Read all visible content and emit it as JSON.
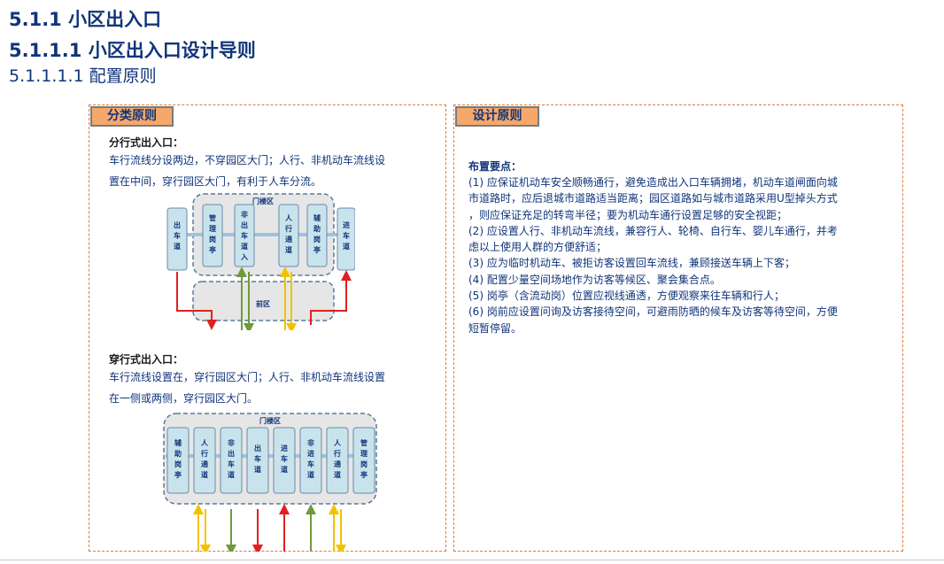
{
  "headings": {
    "h1": "5.1.1 小区出入口",
    "h2": "5.1.1.1 小区出入口设计导则",
    "h3": "5.1.1.1.1 配置原则"
  },
  "left_panel": {
    "tab": "分类原则",
    "separated": {
      "title": "分行式出入口：",
      "lines": [
        "车行流线分设两边，不穿园区大门；人行、非机动车流线设",
        "置在中间，穿行园区大门，有利于人车分流。"
      ],
      "diagram": {
        "gate_zone_label": "门楼区",
        "front_zone_label": "前区",
        "lanes": [
          "出车道",
          "管理岗亭",
          "非出车道入",
          "人行通道",
          "辅助岗亭",
          "进车道"
        ]
      }
    },
    "through": {
      "title": "穿行式出入口：",
      "lines": [
        "车行流线设置在，穿行园区大门；人行、非机动车流线设置",
        "在一侧或两侧，穿行园区大门。"
      ],
      "diagram": {
        "gate_zone_label": "门楼区",
        "lanes": [
          "辅助岗亭",
          "人行通道",
          "非出车道",
          "出车道",
          "进车道",
          "非进车道",
          "人行通道",
          "管理岗亭"
        ]
      }
    }
  },
  "right_panel": {
    "tab": "设计原则",
    "title": "布置要点：",
    "lines": [
      "(1) 应保证机动车安全顺畅通行，避免造成出入口车辆拥堵，机动车道闸面向城",
      "  市道路时，应后退城市道路适当距离；园区道路如与城市道路采用U型掉头方式",
      "  ，则应保证充足的转弯半径；要为机动车通行设置足够的安全视距；",
      "(2) 应设置人行、非机动车流线，兼容行人、轮椅、自行车、婴儿车通行，并考",
      "虑以上使用人群的方便舒适；",
      "(3) 应为临时机动车、被拒访客设置回车流线，兼顾接送车辆上下客；",
      "(4) 配置少量空间场地作为访客等候区、聚会集合点。",
      "(5) 岗亭（含流动岗）位置应视线通透，方便观察来往车辆和行人；",
      "(6) 岗前应设置问询及访客接待空间，可避雨防晒的候车及访客等待空间，方便",
      "短暂停留。"
    ]
  },
  "colors": {
    "heading": "#10357a",
    "panel_border": "#e07a3a",
    "tab_fill": "#f5a86a",
    "lane_fill": "#c9e3ec",
    "red_arrow": "#e02020",
    "green_arrow": "#6f9a3c",
    "yellow_arrow": "#f2c200"
  }
}
